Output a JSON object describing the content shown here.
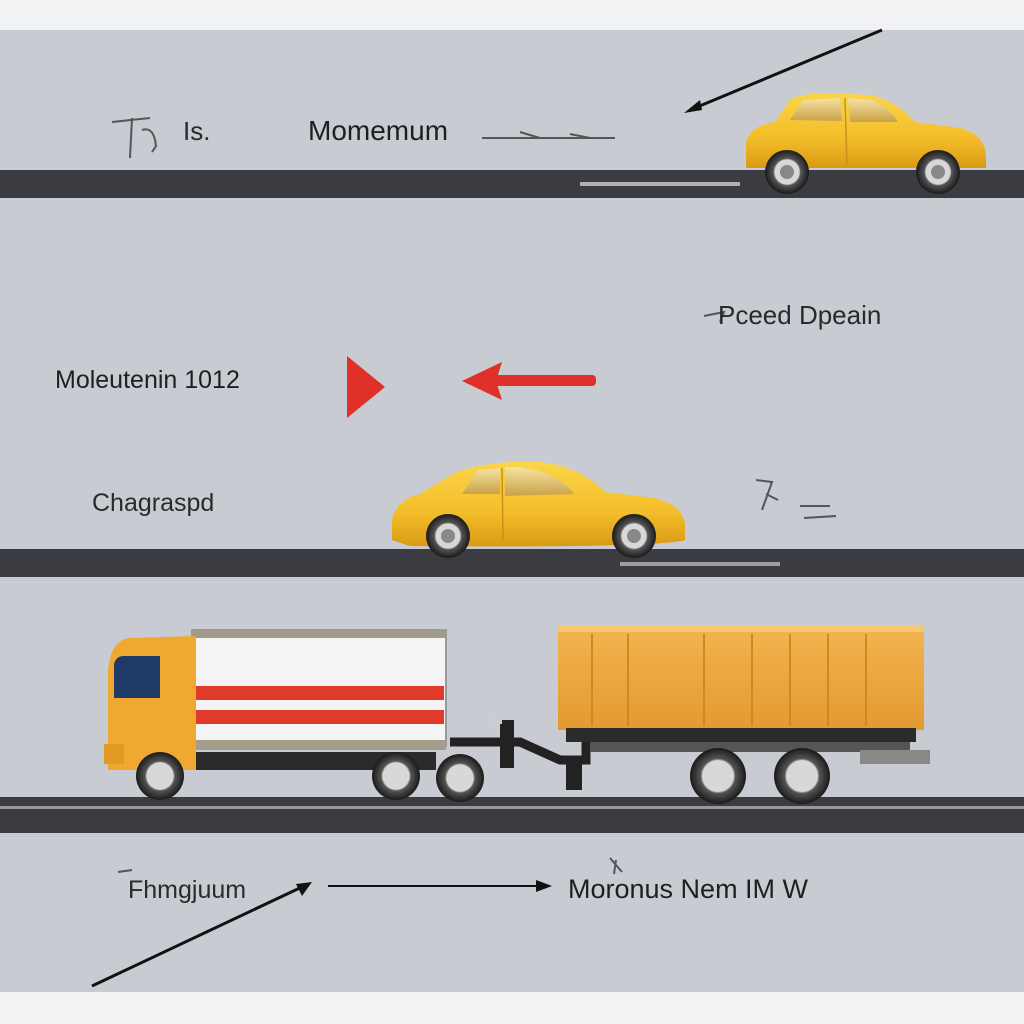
{
  "labels": {
    "top_left_mark": "Is.",
    "top_title": "Momemum",
    "mid_left": "Moleutenin 1012",
    "mid_right": "Pceed Dpeain",
    "car_left": "Chagraspd",
    "bottom_left": "Fhmgjuum",
    "bottom_right": "Moronus Nem IM W"
  },
  "colors": {
    "background": "#c8cbd1",
    "road": "#3a3c42",
    "car_body": "#f4bd2a",
    "truck_cab": "#f0a830",
    "trailer_stripe": "#e03a2c",
    "arrow_red": "#e0302a",
    "container": "#eea640"
  },
  "icons": [
    "yellow-car",
    "yellow-sedan",
    "box-truck",
    "container-trailer",
    "red-arrow-right",
    "red-arrow-left",
    "diagonal-arrow"
  ]
}
